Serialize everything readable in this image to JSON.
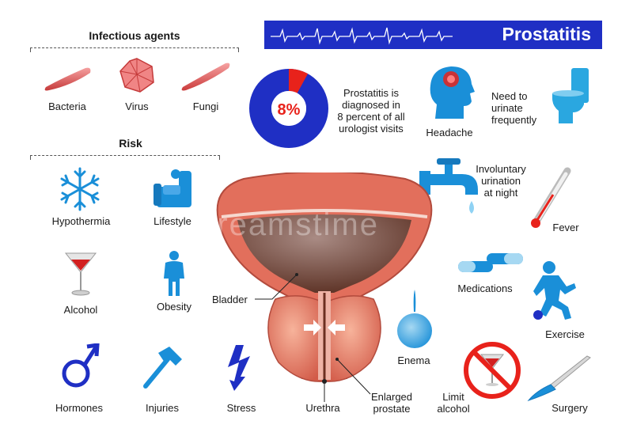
{
  "title": "Prostatitis",
  "sections": {
    "infectious": "Infectious agents",
    "risk": "Risk"
  },
  "infectious_agents": [
    "Bacteria",
    "Virus",
    "Fungi"
  ],
  "risks": [
    "Hypothermia",
    "Lifestyle",
    "Alcohol",
    "Obesity",
    "Hormones",
    "Injuries",
    "Stress"
  ],
  "stat": {
    "percent_label": "8%",
    "percent": 8,
    "line1": "Prostatitis is",
    "line2": "diagnosed in",
    "line3": "8 percent of all",
    "line4": "urologist visits"
  },
  "symptoms": {
    "headache": "Headache",
    "urinate1": "Need to",
    "urinate2": "urinate",
    "urinate3": "frequently",
    "night1": "Involuntary",
    "night2": "urination",
    "night3": "at night",
    "fever": "Fever"
  },
  "anatomy": {
    "bladder": "Bladder",
    "urethra": "Urethra",
    "enlarged1": "Enlarged",
    "enlarged2": "prostate"
  },
  "treatments": {
    "medications": "Medications",
    "exercise": "Exercise",
    "enema": "Enema",
    "limit1": "Limit",
    "limit2": "alcohol",
    "surgery": "Surgery"
  },
  "colors": {
    "blue": "#1f2fc4",
    "icon_blue": "#1a8fd8",
    "red": "#e8221b",
    "tissue": "#e26f5c"
  },
  "watermark": "dreamstime"
}
